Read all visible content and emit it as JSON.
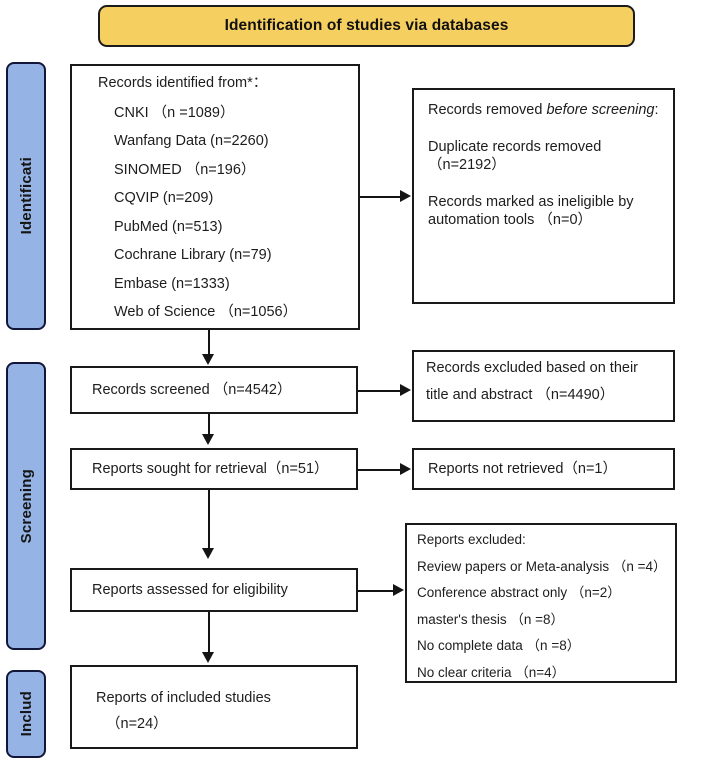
{
  "title": {
    "text": "Identification of studies via databases"
  },
  "stages": [
    {
      "label": "Identificati",
      "name": "stage-identification"
    },
    {
      "label": "Screening",
      "name": "stage-screening"
    },
    {
      "label": "Includ",
      "name": "stage-included"
    }
  ],
  "identification": {
    "heading": "Records identified from*：",
    "databases": [
      "CNKI （n =1089）",
      "Wanfang Data (n=2260)",
      "SINOMED （n=196）",
      "CQVIP (n=209)",
      "PubMed (n=513)",
      "Cochrane Library (n=79)",
      "Embase (n=1333)",
      "Web of Science （n=1056）"
    ]
  },
  "removed_before_screening": {
    "heading_prefix": "Records removed ",
    "heading_italic": "before screening",
    "heading_suffix": ":",
    "duplicate_label": "Duplicate records removed",
    "duplicate_count": "（n=2192）",
    "automation_label_1": "Records marked as ineligible by",
    "automation_label_2": "automation tools （n=0）"
  },
  "screening": {
    "records_screened": "Records screened （n=4542）",
    "records_excluded_line1": "Records excluded based on their",
    "records_excluded_line2": "title and abstract （n=4490）",
    "reports_sought": "Reports sought for retrieval（n=51）",
    "reports_not_retrieved": "Reports not retrieved（n=1）",
    "reports_assessed": "Reports assessed for eligibility"
  },
  "reports_excluded": {
    "heading": "Reports excluded:",
    "reasons": [
      "Review papers or Meta-analysis （n =4）",
      "Conference abstract only （n=2）",
      "master's thesis （n =8）",
      "No complete data （n =8）",
      "No clear criteria （n=4）"
    ]
  },
  "included": {
    "label": "Reports of included studies",
    "count": "（n=24）"
  },
  "colors": {
    "banner_fill": "#f5cf5f",
    "stage_fill": "#95b3e4",
    "border": "#191919",
    "stage_border": "#12173a"
  }
}
